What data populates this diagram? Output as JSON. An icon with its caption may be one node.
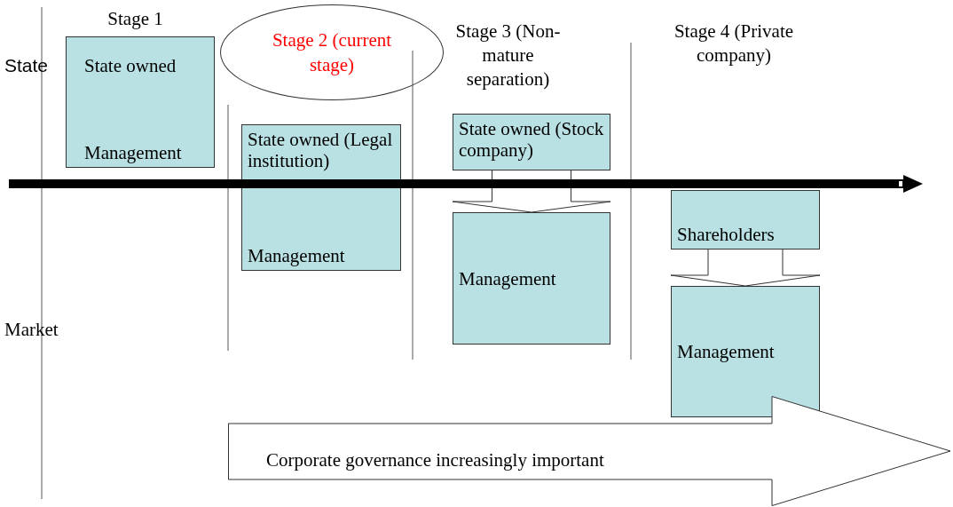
{
  "diagram": {
    "nodes": [
      {
        "text": [
          "State owned",
          "Management"
        ]
      },
      {
        "text": [
          "Stage 2 (current stage)"
        ]
      },
      {
        "text": [
          "State owned (Legal institution)",
          "Management"
        ]
      },
      {
        "text": [
          "State owned (Stock company)"
        ]
      },
      {
        "text": [
          "Management"
        ]
      },
      {
        "text": [
          "Shareholders"
        ]
      },
      {
        "text": [
          "Management"
        ]
      },
      {
        "text": [
          "Corporate governance increasingly important"
        ]
      }
    ],
    "edges": [
      {
        "from": 3,
        "to": 4,
        "arrow": "to"
      },
      {
        "from": 5,
        "to": 6,
        "arrow": "to"
      }
    ],
    "labels": [
      "Stage 1",
      "State",
      "Stage 3 (Non-mature separation)",
      "Stage 4 (Private company)",
      "Market"
    ]
  }
}
